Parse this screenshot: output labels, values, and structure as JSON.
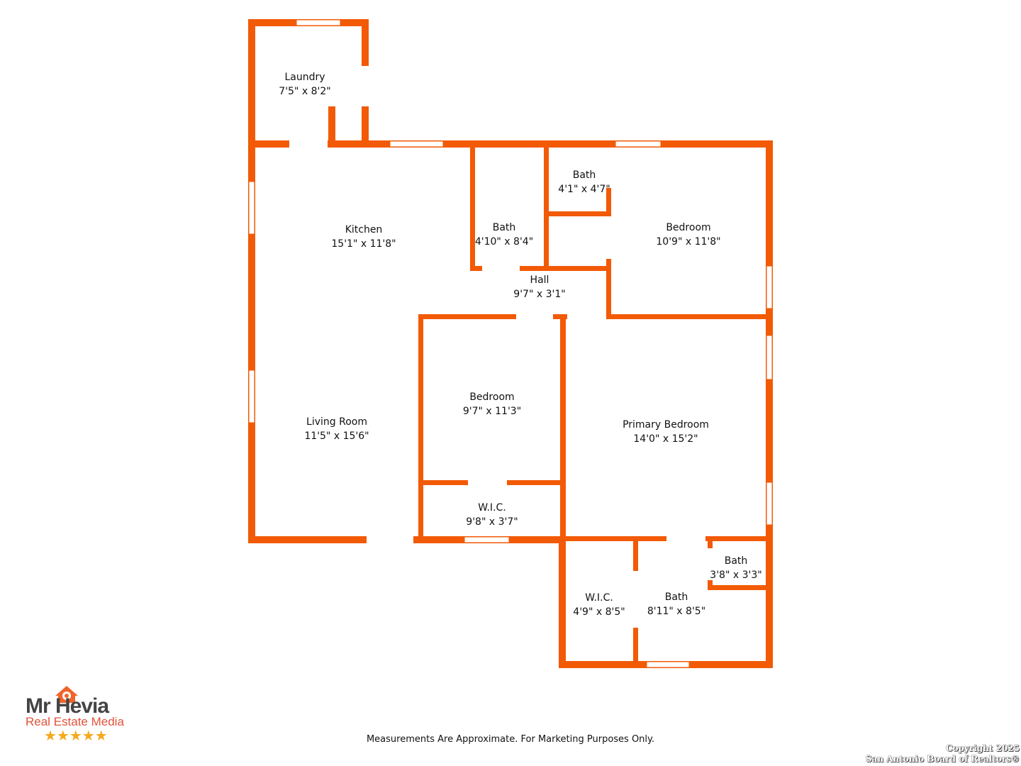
{
  "rooms": [
    {
      "name": "Laundry",
      "size": "7'5\" x 8'2\""
    },
    {
      "name": "Kitchen",
      "size": "15'1\" x 11'8\""
    },
    {
      "name": "Bath",
      "size": "4'10\" x 8'4\""
    },
    {
      "name": "Bath",
      "size": "4'1\" x 4'7\""
    },
    {
      "name": "Bedroom",
      "size": "10'9\" x 11'8\""
    },
    {
      "name": "Hall",
      "size": "9'7\" x 3'1\""
    },
    {
      "name": "Living Room",
      "size": "11'5\" x 15'6\""
    },
    {
      "name": "Bedroom",
      "size": "9'7\" x 11'3\""
    },
    {
      "name": "Primary Bedroom",
      "size": "14'0\" x 15'2\""
    },
    {
      "name": "W.I.C.",
      "size": "9'8\" x 3'7\""
    },
    {
      "name": "W.I.C.",
      "size": "4'9\" x 8'5\""
    },
    {
      "name": "Bath",
      "size": "8'11\" x 8'5\""
    },
    {
      "name": "Bath",
      "size": "3'8\" x 3'3\""
    }
  ],
  "disclaimer": "Measurements Are Approximate. For Marketing Purposes Only.",
  "copyright": [
    "Copyright 2025",
    "San Antonio Board of Realtors®"
  ],
  "logo": {
    "main": "Mr Hevia",
    "sub": "Real Estate Media",
    "stars": "★★★★★"
  },
  "colors": {
    "wall": "#F25A06"
  }
}
